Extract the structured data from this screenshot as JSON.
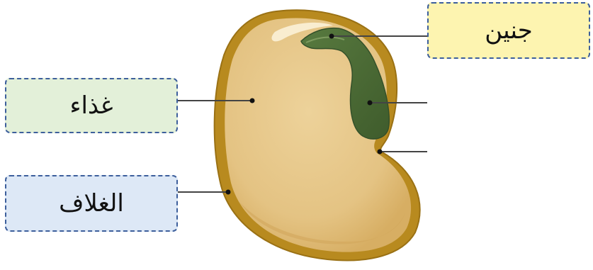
{
  "labels": {
    "embryo": "جنين",
    "food": "غذاء",
    "coat": "الغلاف"
  },
  "colors": {
    "embryo_box_fill": "#fdf4b0",
    "food_box_fill": "#e3f0d9",
    "coat_box_fill": "#dde8f6",
    "box_border": "#3d5f9c",
    "seed_coat": "#b88a1f",
    "seed_flesh": "#e9c98a",
    "embryo": "#4b6a35",
    "leader_line": "#444444"
  }
}
